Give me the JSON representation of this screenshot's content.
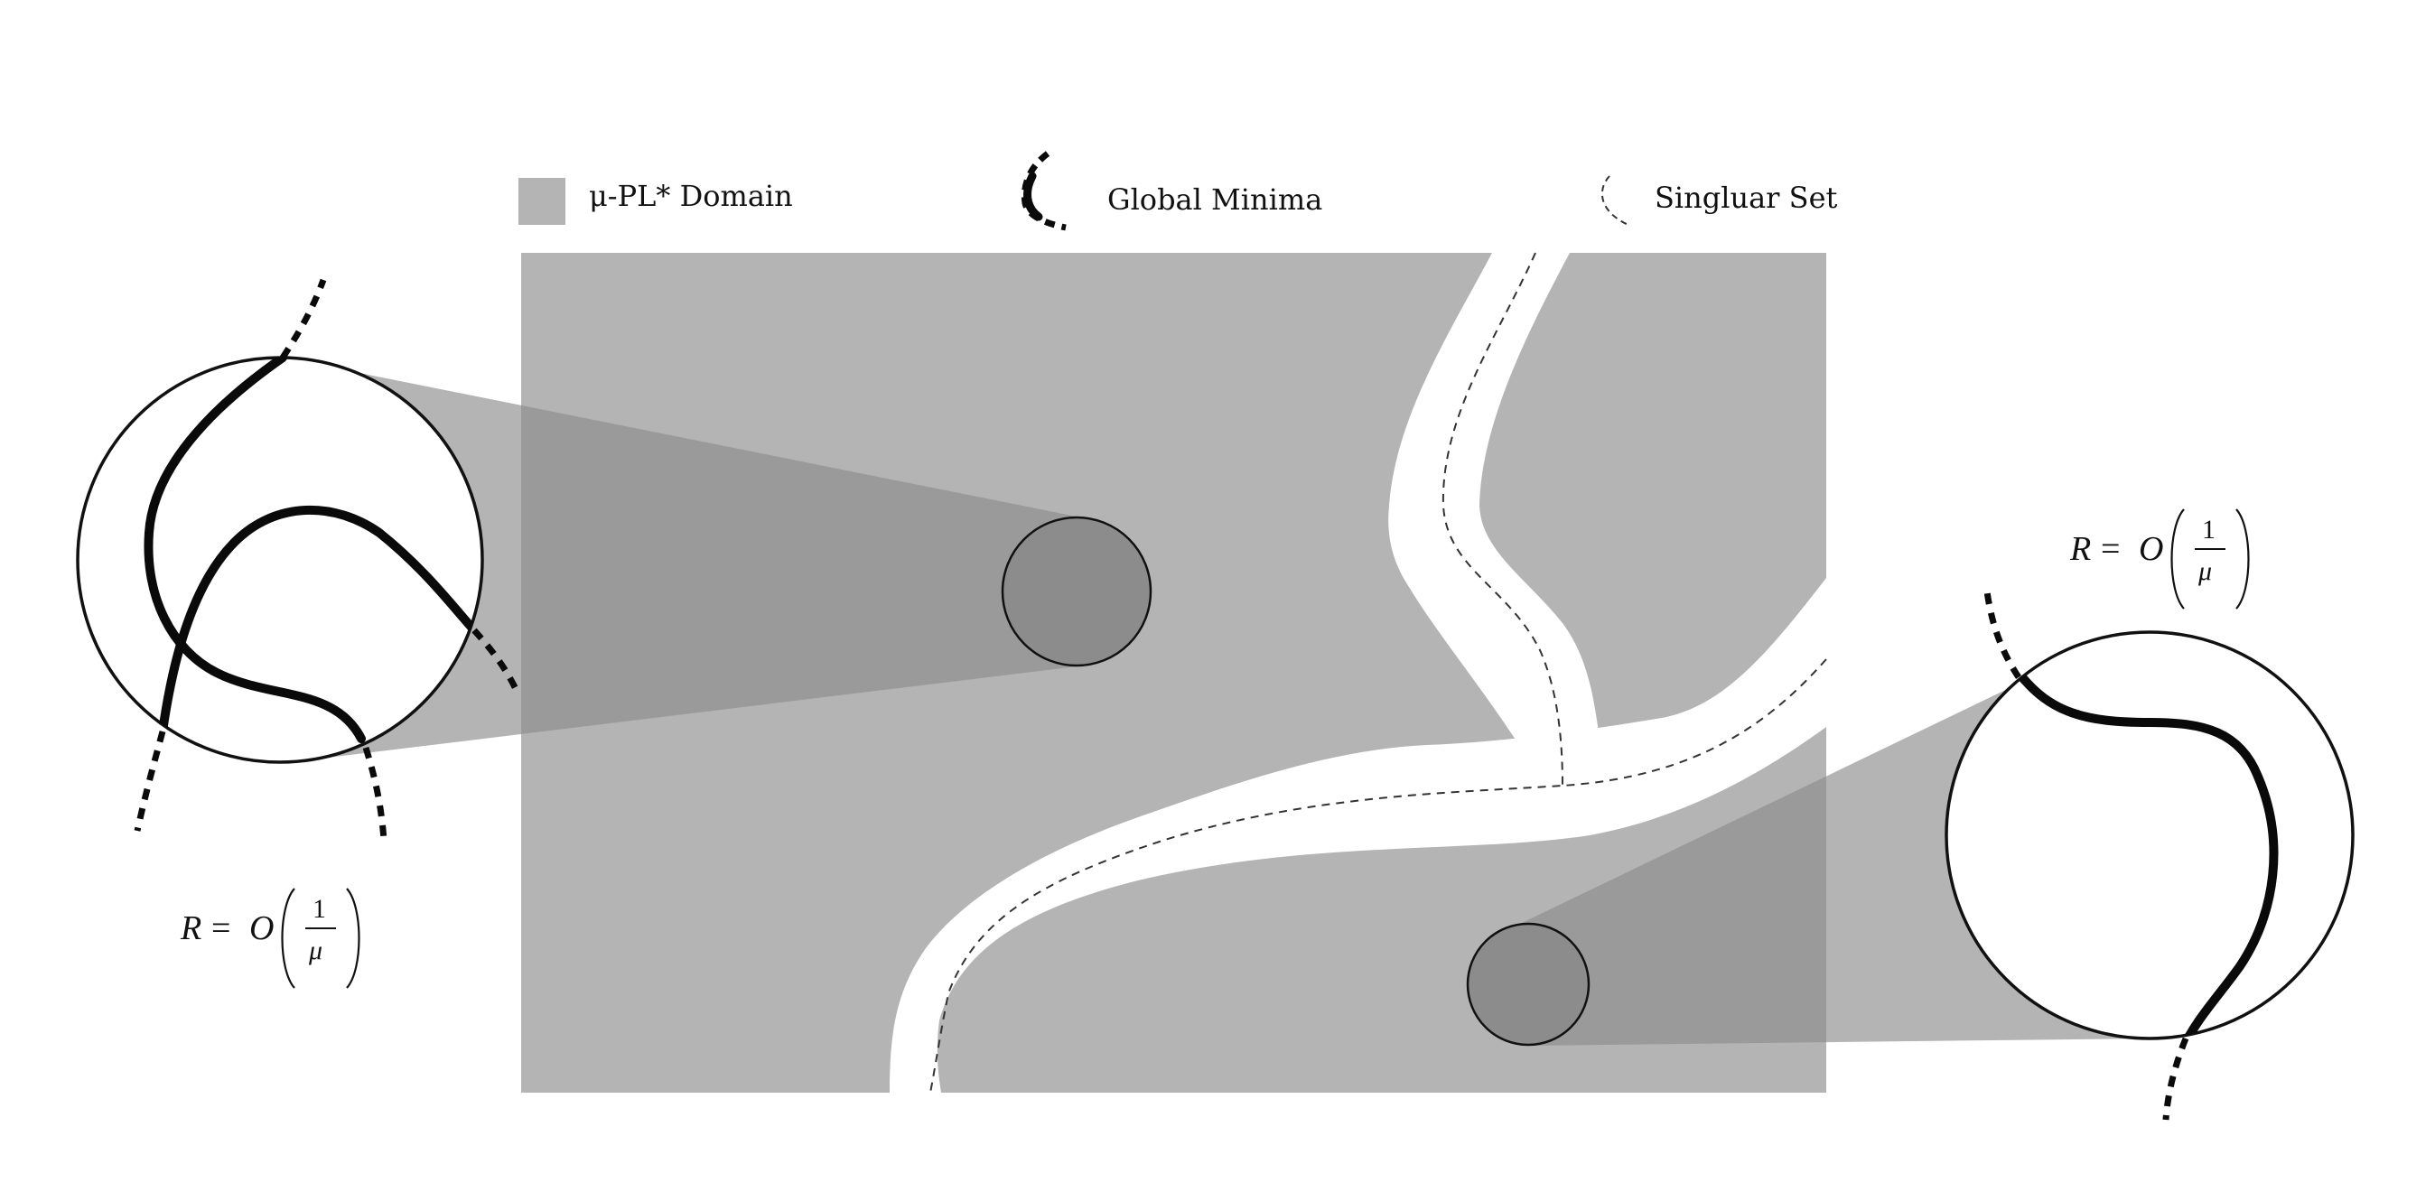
{
  "legend": {
    "domain_label": "μ-PL* Domain",
    "minima_label": "Global Minima",
    "singular_label": "Singluar Set"
  },
  "colors": {
    "domain_fill": "#b4b4b4",
    "lens_fill": "#8c8c8c",
    "curve": "#0a0a0a",
    "background": "#ffffff"
  },
  "annotations": {
    "left": {
      "lhs": "R",
      "equals": "=",
      "op": "O",
      "numerator": "1",
      "denominator": "μ"
    },
    "right": {
      "lhs": "R",
      "equals": "=",
      "op": "O",
      "numerator": "1",
      "denominator": "μ"
    }
  }
}
